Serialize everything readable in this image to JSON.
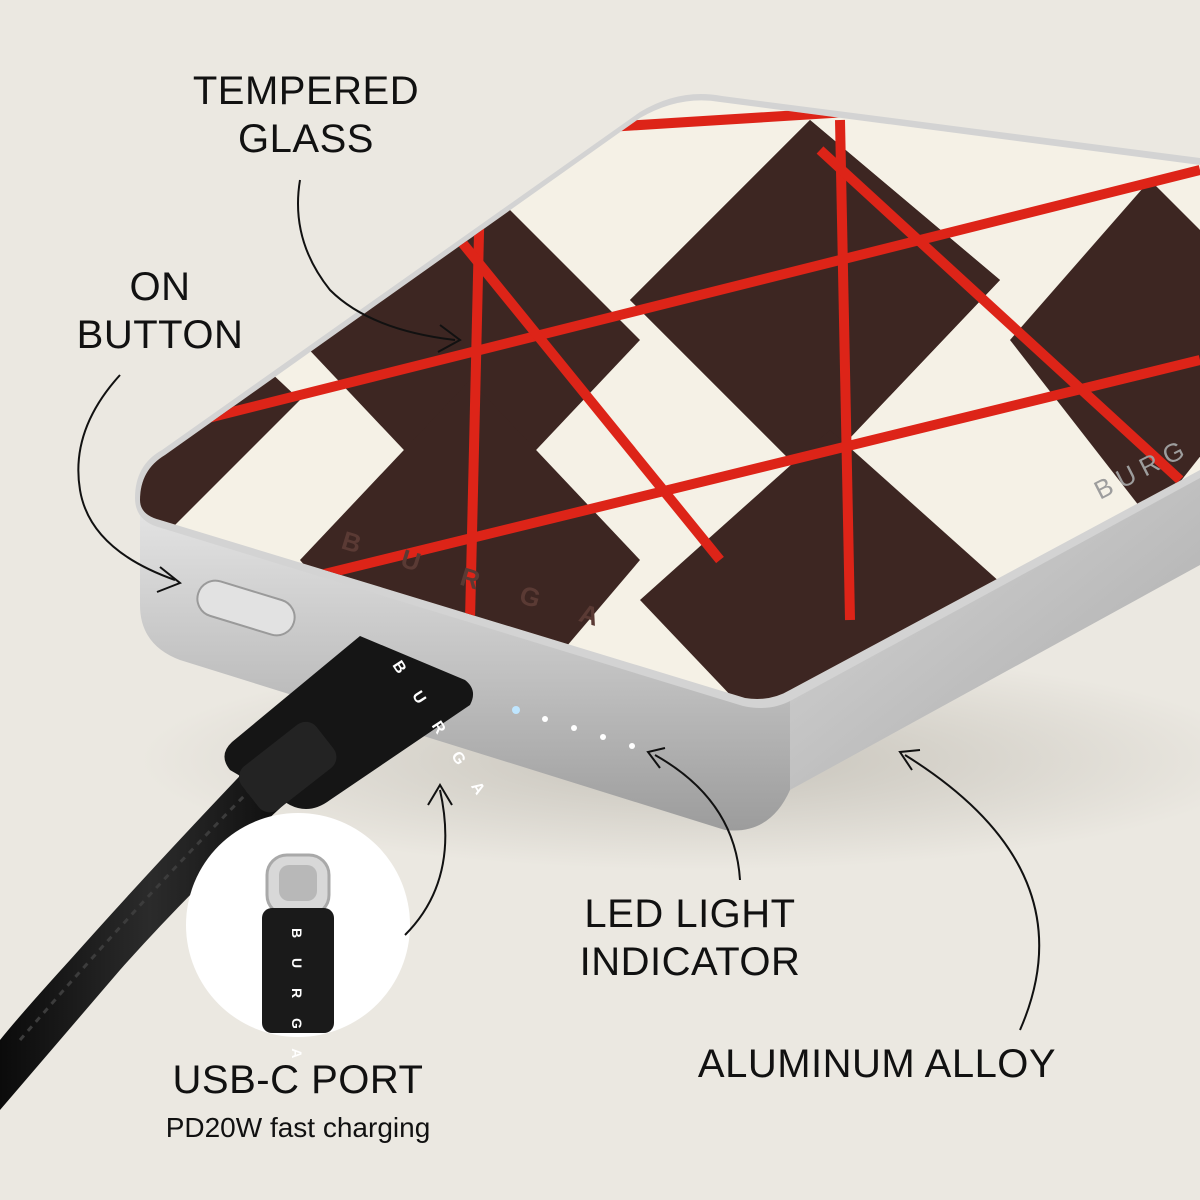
{
  "labels": {
    "tempered_glass": {
      "line1": "TEMPERED",
      "line2": "GLASS"
    },
    "on_button": {
      "line1": "ON",
      "line2": "BUTTON"
    },
    "led_indicator": {
      "line1": "LED LIGHT",
      "line2": "INDICATOR"
    },
    "usb_port": {
      "title": "USB-C PORT",
      "subtitle": "PD20W fast charging"
    },
    "aluminum": {
      "text": "ALUMINUM ALLOY"
    }
  },
  "brand": {
    "front_logo": "B U R G A",
    "side_logo": "B U R G",
    "cable_logo": "B U R G A",
    "connector_logo": "B U R G A"
  },
  "colors": {
    "background": "#ebe8e1",
    "cream": "#f5f1e6",
    "brown": "#3d2622",
    "red": "#dd2418",
    "aluminum": "#c7c7c7",
    "cable": "#141414"
  },
  "led_count": 5
}
